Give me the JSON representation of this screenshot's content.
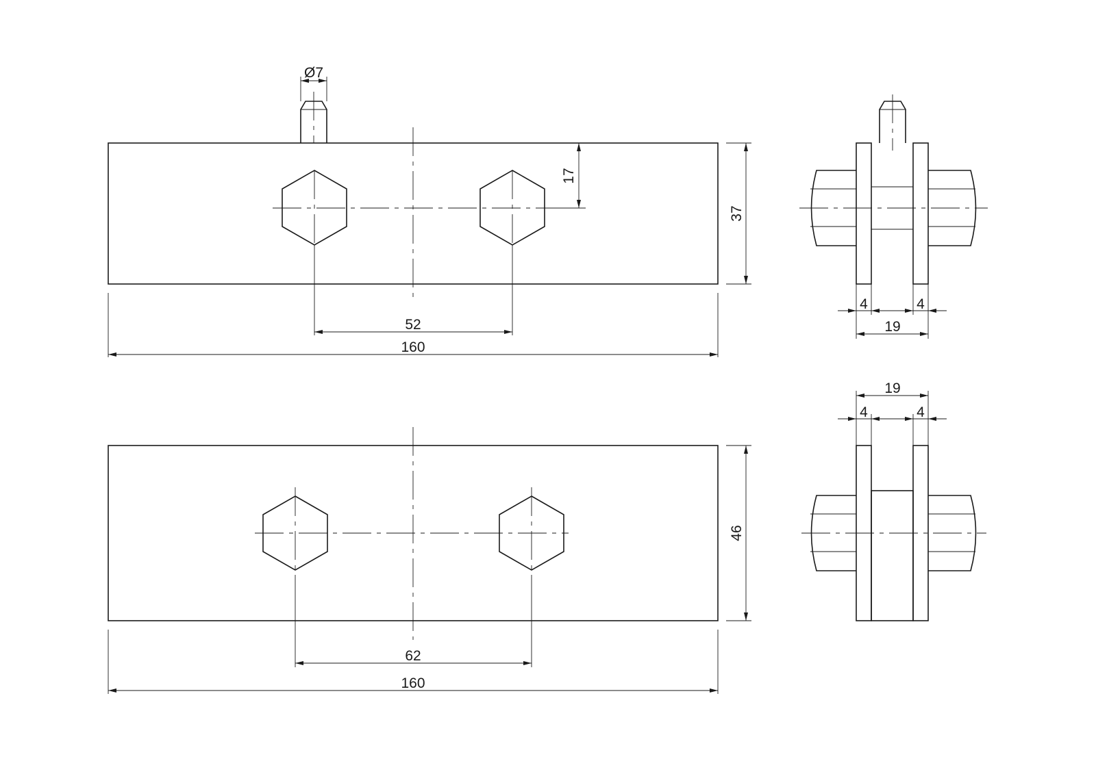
{
  "drawing": {
    "top_view": {
      "dims": {
        "pin_diameter": "Ø7",
        "hole_offset": "17",
        "height": "37",
        "hole_spacing": "52",
        "length": "160"
      }
    },
    "top_side_view": {
      "dims": {
        "plate_left": "4",
        "plate_right": "4",
        "width": "19"
      }
    },
    "bottom_view": {
      "dims": {
        "height": "46",
        "hole_spacing": "62",
        "length": "160"
      }
    },
    "bottom_side_view": {
      "dims": {
        "width": "19",
        "plate_left": "4",
        "plate_right": "4"
      }
    }
  }
}
